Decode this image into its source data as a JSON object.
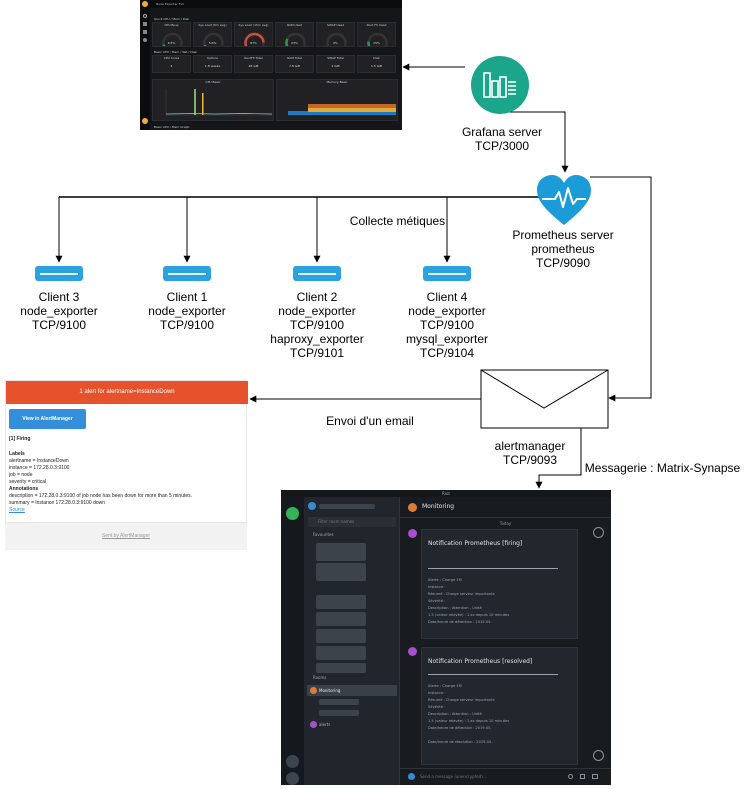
{
  "labels": {
    "grafana_server": [
      "Grafana server",
      "TCP/3000"
    ],
    "prometheus_server": [
      "Prometheus server",
      "prometheus",
      "TCP/9090"
    ],
    "collect": "Collecte métiques",
    "client3": [
      "Client 3",
      "node_exporter",
      "TCP/9100"
    ],
    "client1": [
      "Client 1",
      "node_exporter",
      "TCP/9100"
    ],
    "client2": [
      "Client 2",
      "node_exporter",
      "TCP/9100",
      "haproxy_exporter",
      "TCP/9101"
    ],
    "client4": [
      "Client 4",
      "node_exporter",
      "TCP/9100",
      "mysql_exporter",
      "TCP/9104"
    ],
    "email_label": "Envoi d'un email",
    "alertmanager": [
      "alertmanager",
      "TCP/9093"
    ],
    "messaging": "Messagerie : Matrix-Synapse"
  },
  "colors": {
    "grafana_teal": "#1ba68c",
    "prometheus_blue": "#1b9bd7",
    "server_blue": "#2aa3e0",
    "alert_header": "#e6522c",
    "alert_button": "#348eda"
  },
  "grafana": {
    "title": "Node Exporter Full",
    "row1": "Quick CPU / Mem / Disk",
    "gauges": [
      {
        "title": "CPU Busy",
        "value": "6.5%",
        "color": "#299c46",
        "fraction": 0.07
      },
      {
        "title": "Sys Load (5m avg)",
        "value": "5.6%",
        "color": "#299c46",
        "fraction": 0.06
      },
      {
        "title": "Sys Load (15m avg)",
        "value": "87%",
        "color": "#d44a3a",
        "fraction": 0.87
      },
      {
        "title": "RAM Used",
        "value": "23%",
        "color": "#299c46",
        "fraction": 0.23
      },
      {
        "title": "SWAP Used",
        "value": "0%",
        "color": "#299c46",
        "fraction": 0.0
      },
      {
        "title": "Root FS Used",
        "value": "15%",
        "color": "#299c46",
        "fraction": 0.15
      }
    ],
    "row2": "Basic CPU / Mem / Net / Disk",
    "stats": [
      {
        "title": "CPU Cores",
        "value": "4"
      },
      {
        "title": "Uptime",
        "value": "1.8 weeks"
      },
      {
        "title": "RootFS Total",
        "value": "48 GiB"
      },
      {
        "title": "RAM Total",
        "value": "7.8 GiB"
      },
      {
        "title": "SWAP Total",
        "value": "2 GiB"
      },
      {
        "title": "Disk",
        "value": "1.5 GiB"
      }
    ],
    "graph1": "CPU Basic",
    "graph2": "Memory Basic",
    "row3": "Basic CPU / Mem Graph"
  },
  "email": {
    "header": "1 alert for alertname=InstanceDown",
    "button": "View in AlertManager",
    "firing": "[1] Firing",
    "labels_heading": "Labels",
    "labels": [
      "alertname = InstanceDown",
      "instance = 172.28.0.3:9100",
      "job = node",
      "severity = critical"
    ],
    "annotations_heading": "Annotations",
    "annotations": [
      "description = 172.28.0.3:9100 of job node has been down for more than 5 minutes.",
      "summary = Instance 172.28.0.3:9100 down"
    ],
    "source": "Source",
    "footer": "Sent by AlertManager"
  },
  "riot": {
    "window_title": "Riot",
    "filter_placeholder": "Filter room names",
    "section_favourites": "Favourites",
    "section_rooms": "Rooms",
    "rooms": [
      "Monitoring",
      "alerts"
    ],
    "room_title": "Monitoring",
    "day": "Today",
    "message1": {
      "title": "Notification Prometheus [firing]",
      "lines": [
        "Alerte : Charge 1M",
        "Instance :",
        "Résumé : Charge serveur importante",
        "Sévérité :",
        "Description : Attention - Unité",
        "1.5 (valeur relevée) : 1.xx depuis 10 minutes",
        "Date/heure de détection : 2019-05-"
      ]
    },
    "message2": {
      "title": "Notification Prometheus [resolved]",
      "lines": [
        "Alerte : Charge 1M",
        "Instance :",
        "Résumé : Charge serveur importante",
        "Sévérité :",
        "Description : Attention - Unité",
        "1.5 (valeur relevée) : 1.xx depuis 10 minutes",
        "Date/heure de détection : 2019-05-",
        "Date/heure de résolution : 2019-05-"
      ]
    },
    "composer_placeholder": "Send a message (unencrypted)..."
  }
}
